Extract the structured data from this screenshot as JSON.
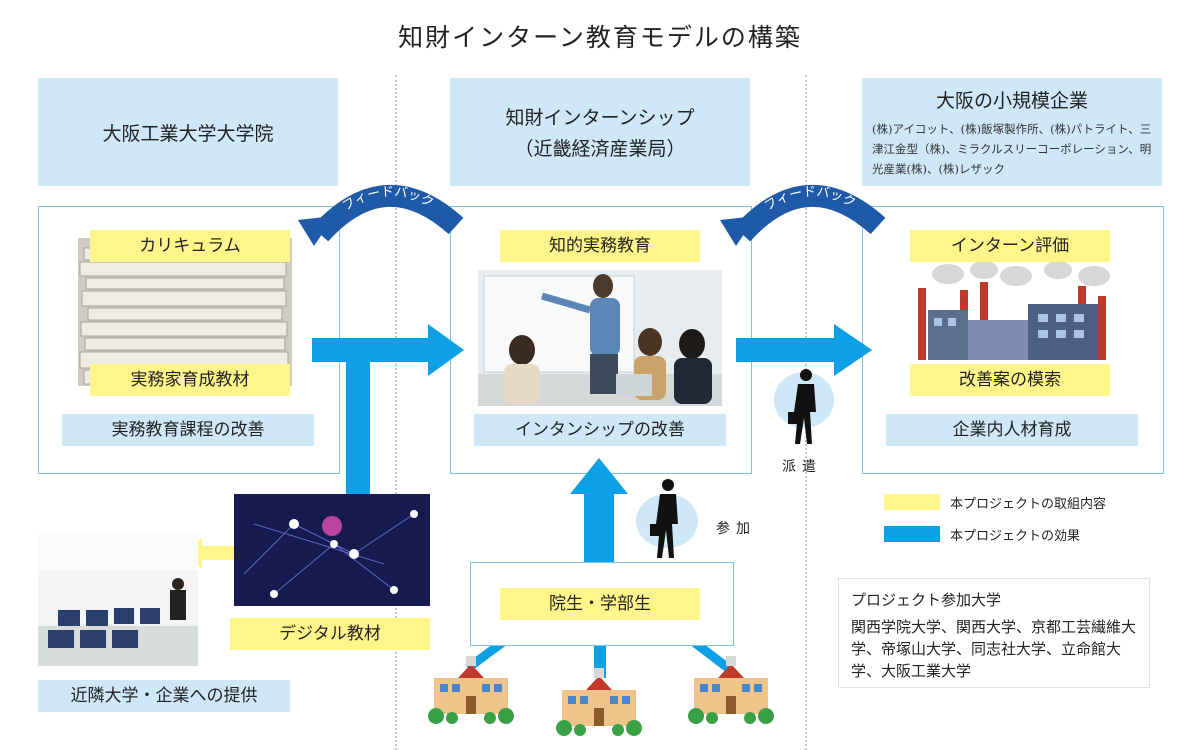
{
  "title": "知財インターン教育モデルの構築",
  "headers": {
    "left": "大阪工業大学大学院",
    "center_line1": "知財インターンシップ",
    "center_line2": "（近畿経済産業局）",
    "right_title": "大阪の小規模企業",
    "right_companies": "(株)アイコット、(株)飯塚製作所、(株)パトライト、三津江金型（株)、ミラクルスリーコーポレーション、明光産業(株)、(株)レザック"
  },
  "feedback": [
    "フィードバック",
    "フィードバック"
  ],
  "left_panel": {
    "top_label": "カリキュラム",
    "mid_label": "実務家育成教材",
    "bottom_label": "実務教育課程の改善"
  },
  "center_panel": {
    "top_label": "知的実務教育",
    "bottom_label": "インタンシップの改善"
  },
  "right_panel": {
    "top_label": "インターン評価",
    "mid_label": "改善案の模索",
    "bottom_label": "企業内人材育成"
  },
  "haken": "派遣",
  "sanka": "参加",
  "digital_label": "デジタル教材",
  "provide_label": "近隣大学・企業への提供",
  "student_label": "院生・学部生",
  "legend": [
    {
      "label": "本プロジェクトの取組内容",
      "color": "#fff58a"
    },
    {
      "label": "本プロジェクトの効果",
      "color": "#0ea0e6"
    }
  ],
  "universities": {
    "title": "プロジェクト参加大学",
    "body": "関西学院大学、関西大学、京都工芸繊維大学、帝塚山大学、同志社大学、立命館大学、大阪工業大学"
  },
  "colors": {
    "arrow": "#0ea0e6",
    "feedback_arrow": "#1f5aa8",
    "yellow": "#fff58a",
    "lightblue": "#cfe8f7"
  }
}
